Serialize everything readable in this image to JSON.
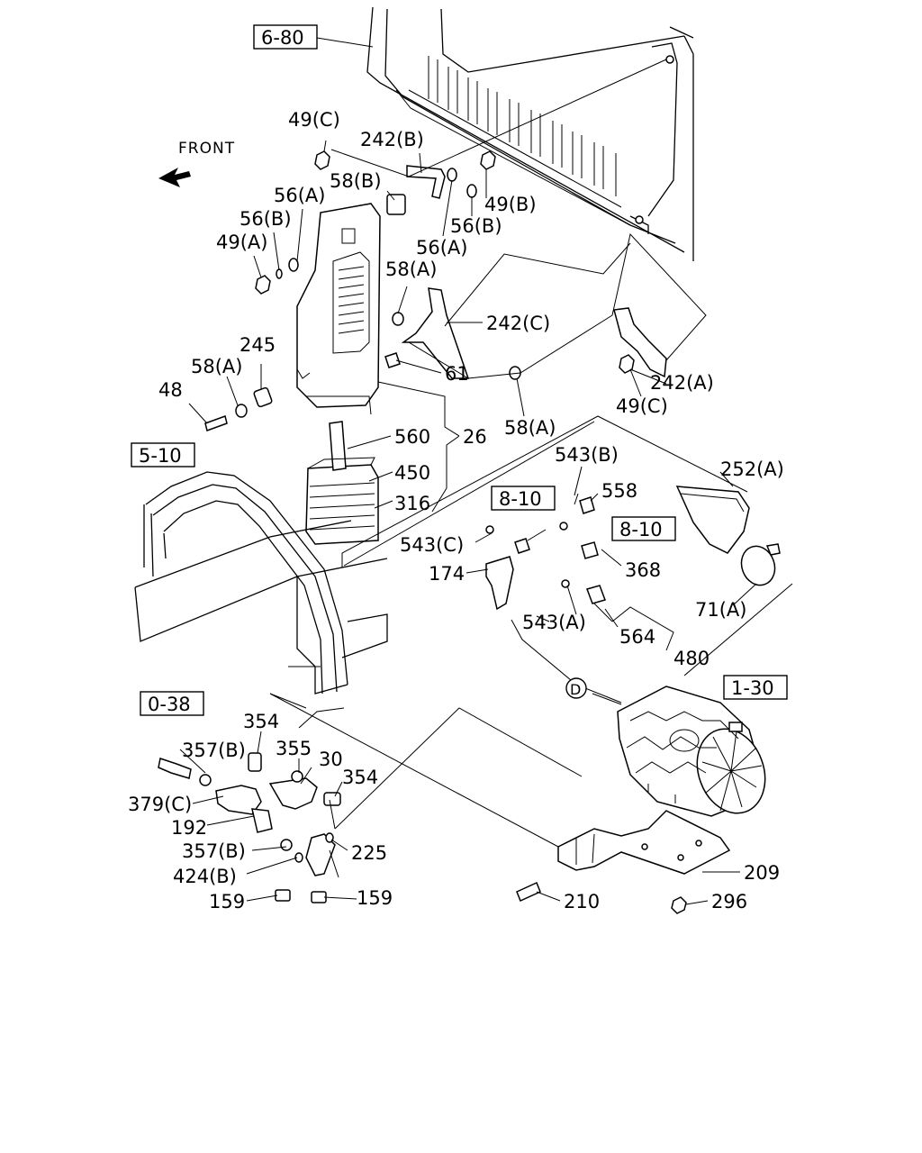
{
  "front_label": "FRONT",
  "ref_boxes": [
    {
      "id": "ref-6-80",
      "text": "6-80"
    },
    {
      "id": "ref-5-10",
      "text": "5-10"
    },
    {
      "id": "ref-8-10-a",
      "text": "8-10"
    },
    {
      "id": "ref-8-10-b",
      "text": "8-10"
    },
    {
      "id": "ref-1-30",
      "text": "1-30"
    },
    {
      "id": "ref-0-38",
      "text": "0-38"
    }
  ],
  "circle_label": "D",
  "callouts": [
    "49(C)",
    "242(B)",
    "58(B)",
    "56(A)",
    "56(B)",
    "49(A)",
    "49(B)",
    "56(B)",
    "56(A)",
    "58(A)",
    "242(C)",
    "245",
    "58(A)",
    "48",
    "61",
    "242(A)",
    "49(C)",
    "58(A)",
    "560",
    "26",
    "450",
    "316",
    "543(B)",
    "558",
    "252(A)",
    "543(C)",
    "174",
    "368",
    "71(A)",
    "543(A)",
    "564",
    "480",
    "354",
    "357(B)",
    "355",
    "30",
    "354",
    "379(C)",
    "192",
    "357(B)",
    "225",
    "424(B)",
    "159",
    "159",
    "210",
    "209",
    "296"
  ]
}
